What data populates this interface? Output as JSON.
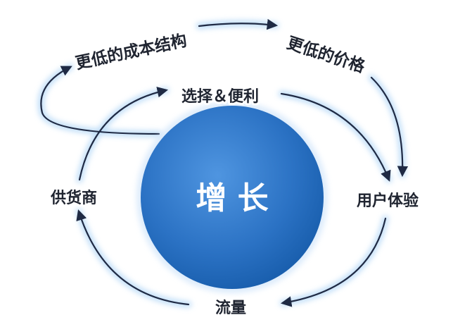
{
  "diagram": {
    "center": "增 长",
    "nodes": {
      "top": "选择＆便利",
      "right": "用户体验",
      "bottom": "流量",
      "left": "供货商",
      "cost": "更低的成本结构",
      "price": "更低的价格"
    }
  },
  "colors": {
    "circle_light": "#3f86d6",
    "circle_dark": "#155aa8",
    "arrow": "#1f2a44",
    "glow": "#a9d0f5",
    "text": "#1f2430"
  }
}
